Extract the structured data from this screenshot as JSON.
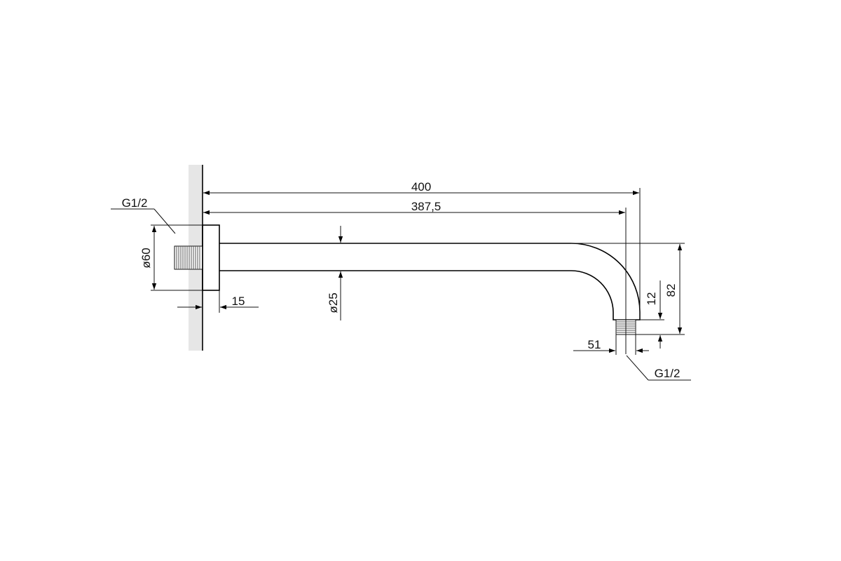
{
  "drawing": {
    "title": "Shower arm technical drawing",
    "dimensions": {
      "total_length": "400",
      "center_length": "387,5",
      "flange_diameter": "ø60",
      "flange_depth": "15",
      "pipe_diameter": "ø25",
      "total_drop": "82",
      "thread_length": "12",
      "nozzle_offset": "51"
    },
    "thread_labels": {
      "wall": "G1/2",
      "outlet": "G1/2"
    }
  },
  "colors": {
    "wall": "#e6e6e6",
    "line": "#111111"
  }
}
